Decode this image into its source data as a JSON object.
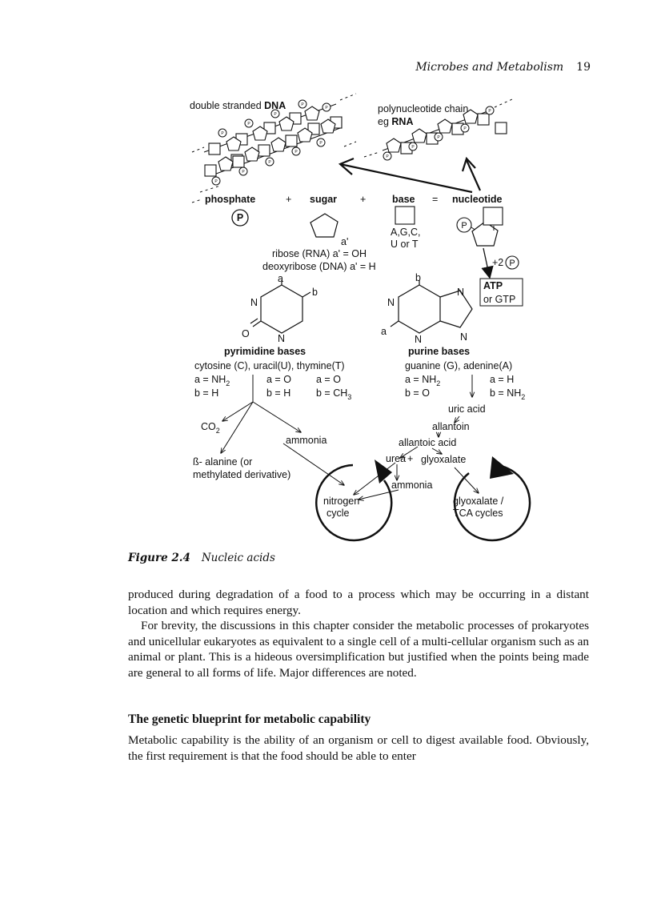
{
  "header": {
    "title": "Microbes and Metabolism",
    "page": "19"
  },
  "figure": {
    "caption_label": "Figure 2.4",
    "caption_text": "Nucleic acids",
    "labels": {
      "dna_pre": "double stranded ",
      "dna_bold": "DNA",
      "rna_line1": "polynucleotide chain",
      "rna_pre": "eg ",
      "rna_bold": "RNA",
      "phosphate": "phosphate",
      "plus": "+",
      "sugar": "sugar",
      "base": "base",
      "equals": "=",
      "nucleotide": "nucleotide",
      "p": "P",
      "a_prime": "a'",
      "bases_line1": "A,G,C,",
      "bases_line2": "U or T",
      "ribose": "ribose (RNA) a' = OH",
      "deoxyribose": "deoxyribose (DNA) a' = H",
      "plus2": "+2",
      "atp": "ATP",
      "or_gtp": "or GTP",
      "a": "a",
      "b": "b",
      "n": "N",
      "o": "O",
      "pyrimidine_title": "pyrimidine bases",
      "pyrimidine_names": "cytosine (C), uracil(U), thymine(T)",
      "pyr_c_a": "a = NH",
      "pyr_c_b": "b = H",
      "pyr_u_a": "a = O",
      "pyr_u_b": "b = H",
      "pyr_t_a": "a = O",
      "pyr_t_b": "b = CH",
      "purine_title": "purine bases",
      "purine_names": "guanine (G), adenine(A)",
      "pur_g_a": "a = NH",
      "pur_g_b": "b = O",
      "pur_a_a": "a = H",
      "pur_a_b": "b = NH",
      "sub2": "2",
      "sub3": "3",
      "co2": "CO",
      "ammonia": "ammonia",
      "alanine_1": "ß- alanine (or",
      "alanine_2": "methylated derivative)",
      "uric_acid": "uric acid",
      "allantoin": "allantoin",
      "allantoic_acid": "allantoic acid",
      "urea": "urea",
      "glyoxalate": "glyoxalate",
      "nitrogen": "nitrogen",
      "cycle": "cycle",
      "glyoxalate_slash": "glyoxalate /",
      "tca_cycles": "TCA cycles"
    }
  },
  "body": {
    "p1": "produced during degradation of a food to a process which may be occurring in a distant location and which requires energy.",
    "p2": "For brevity, the discussions in this chapter consider the metabolic processes of prokaryotes and unicellular eukaryotes as equivalent to a single cell of a multi-cellular organism such as an animal or plant. This is a hideous oversimplification but justified when the points being made are general to all forms of life. Major differences are noted.",
    "section_title": "The genetic blueprint for metabolic capability",
    "p3": "Metabolic capability is the ability of an organism or cell to digest available food. Obviously, the first requirement is that the food should be able to enter"
  }
}
